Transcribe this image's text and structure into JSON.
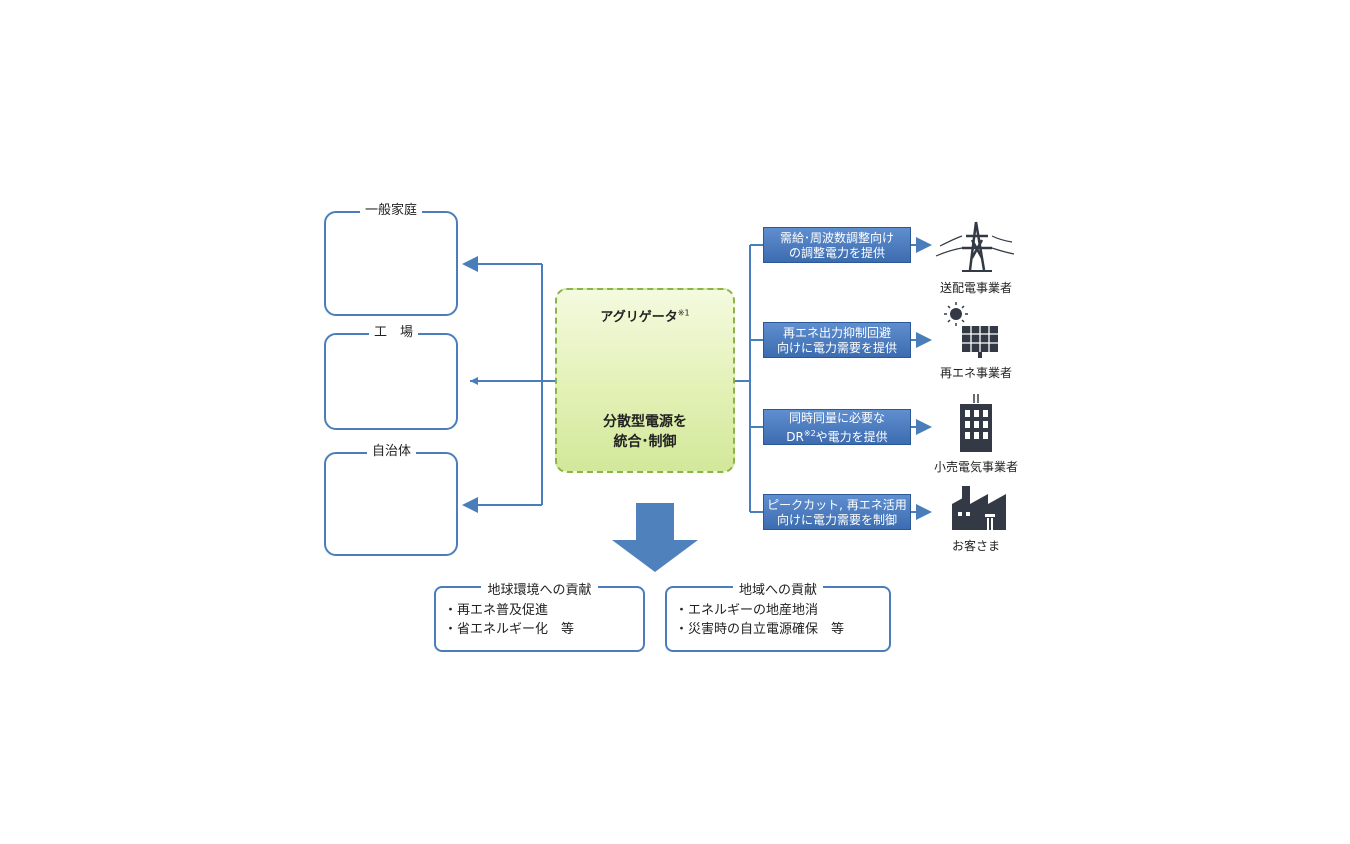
{
  "sources": [
    {
      "label": "一般家庭"
    },
    {
      "label": "工　場"
    },
    {
      "label": "自治体"
    }
  ],
  "aggregator": {
    "title": "アグリゲータ",
    "note_mark": "※1",
    "line1": "分散型電源を",
    "line2": "統合･制御"
  },
  "services": [
    {
      "line1": "需給･周波数調整向け",
      "line2": "の調整電力を提供"
    },
    {
      "line1": "再エネ出力抑制回避",
      "line2": "向けに電力需要を提供"
    },
    {
      "line1": "同時同量に必要な",
      "line2_pre": "DR",
      "line2_mark": "※2",
      "line2_post": "や電力を提供"
    },
    {
      "line1": "ピークカット, 再エネ活用",
      "line2": "向けに電力需要を制御"
    }
  ],
  "stakeholders": [
    {
      "label": "送配電事業者",
      "icon": "transmission-tower-icon"
    },
    {
      "label": "再エネ事業者",
      "icon": "solar-panel-sun-icon"
    },
    {
      "label": "小売電気事業者",
      "icon": "office-building-icon"
    },
    {
      "label": "お客さま",
      "icon": "factory-icon"
    }
  ],
  "benefits": [
    {
      "title": "地球環境への貢献",
      "items": [
        "・再エネ普及促進",
        "・省エネルギー化　等"
      ]
    },
    {
      "title": "地域への貢献",
      "items": [
        "・エネルギーの地産地消",
        "・災害時の自立電源確保　等"
      ]
    }
  ],
  "colors": {
    "line": "#4a7ebb",
    "battery": "#1fa3e0",
    "icon_dark": "#333a45",
    "arrow": "#4f81bd",
    "center_border": "#8ab34a"
  }
}
